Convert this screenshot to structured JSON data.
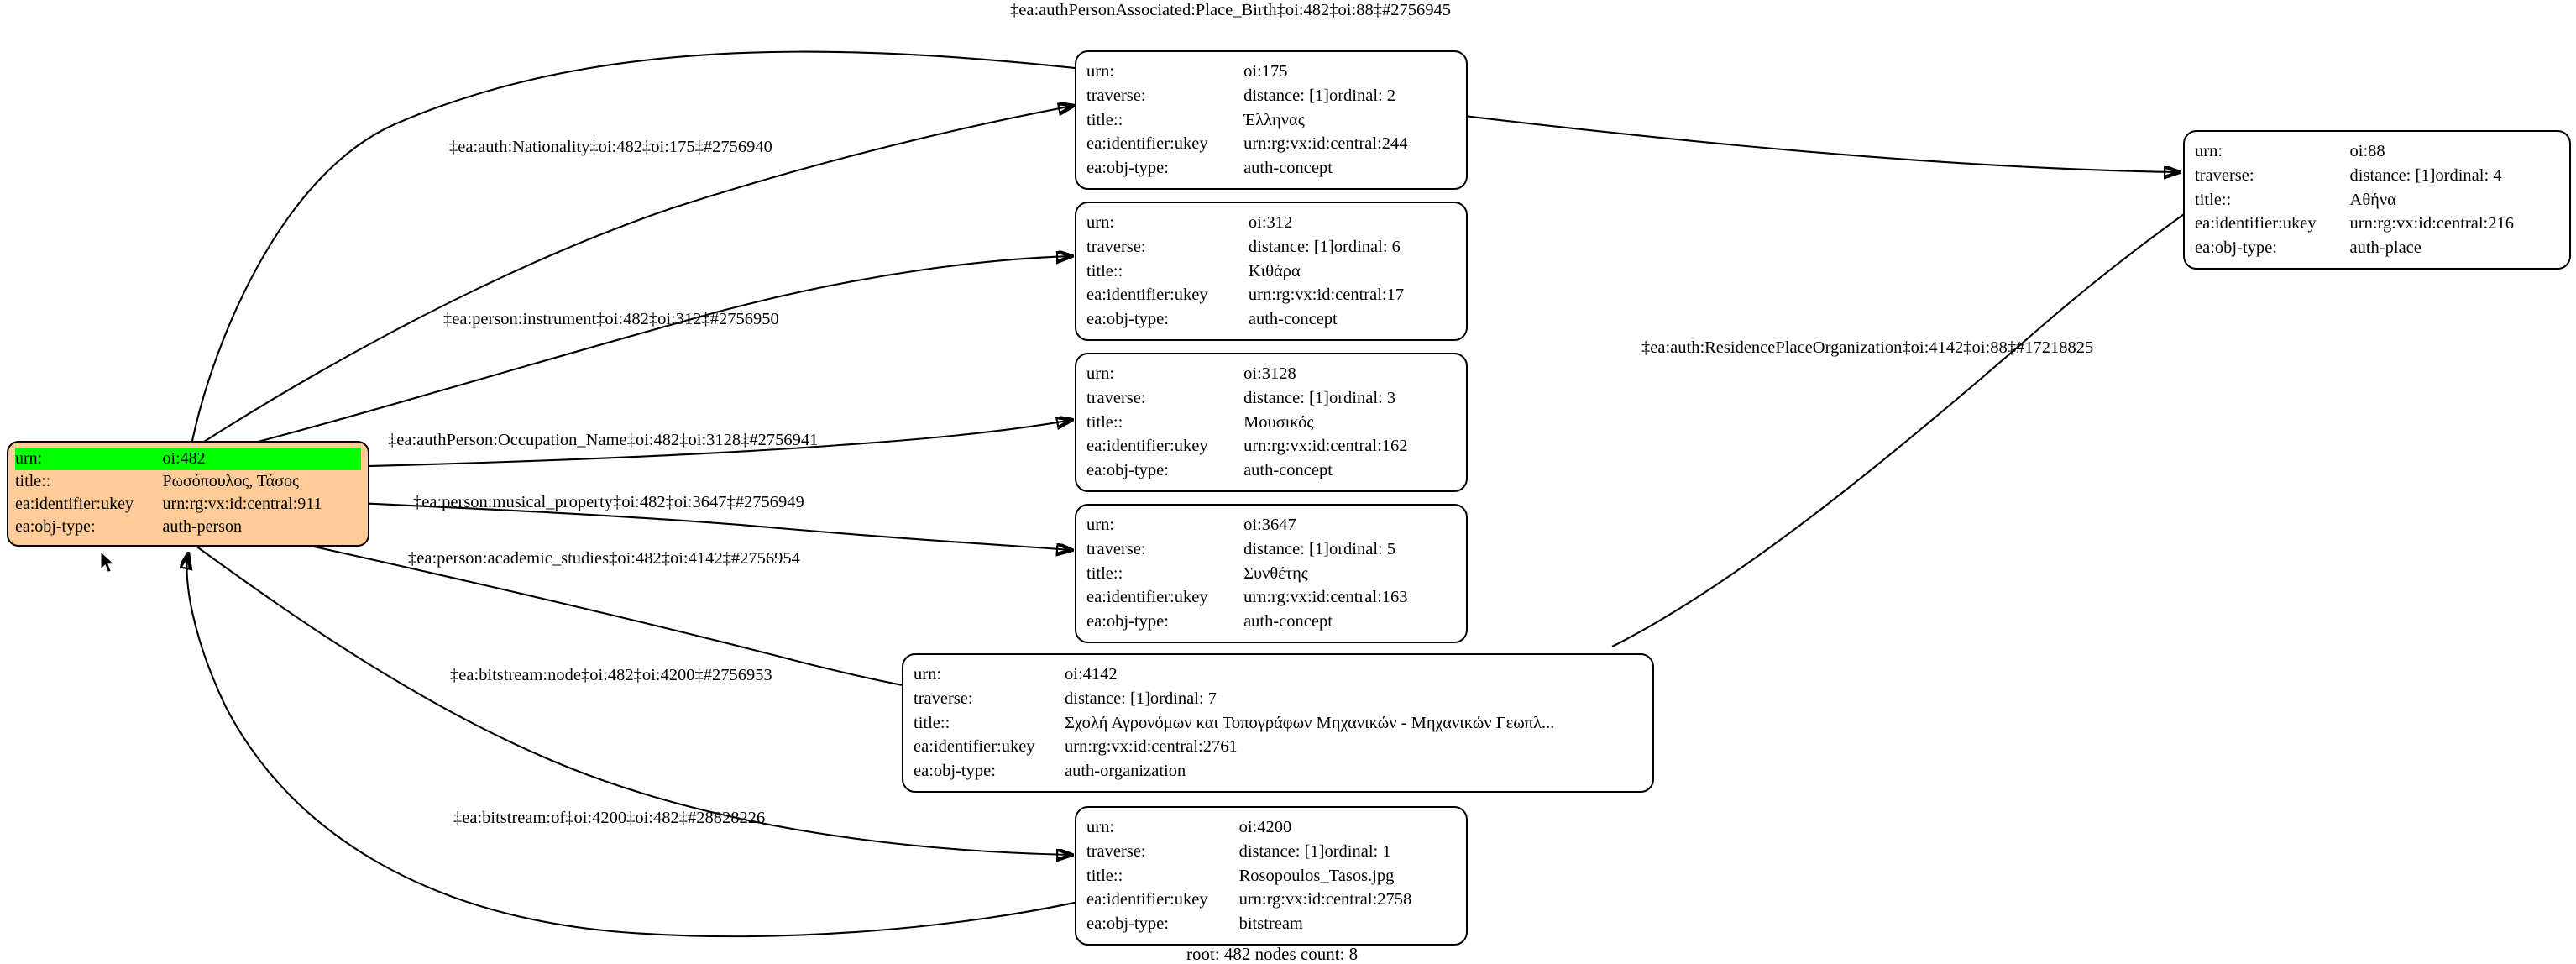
{
  "graph": {
    "caption": "root: 482 nodes count: 8",
    "colors": {
      "root_fill": "#ffcc99",
      "highlight": "#00ff00",
      "node_fill": "#ffffff",
      "stroke": "#000000"
    },
    "field_labels": {
      "urn": "urn:",
      "traverse": "traverse:",
      "title": "title::",
      "ukey": "ea:identifier:ukey",
      "objtype": "ea:obj-type:"
    },
    "nodes": [
      {
        "id": "oi-482",
        "urn": "oi:482",
        "traverse": "",
        "distance": "",
        "ordinal": "",
        "title": "Ρωσόπουλος, Τάσος",
        "ukey": "urn:rg:vx:id:central:911",
        "objtype": "auth-person"
      },
      {
        "id": "oi-175",
        "urn": "oi:175",
        "traverse": "distance: [1]",
        "distance": "distance: [1]",
        "ordinal": "ordinal: 2",
        "title": "Έλληνας",
        "ukey": "urn:rg:vx:id:central:244",
        "objtype": "auth-concept"
      },
      {
        "id": "oi-312",
        "urn": "oi:312",
        "traverse": "distance: [1]",
        "distance": "distance: [1]",
        "ordinal": "ordinal: 6",
        "title": "Κιθάρα",
        "ukey": "urn:rg:vx:id:central:17",
        "objtype": "auth-concept"
      },
      {
        "id": "oi-3128",
        "urn": "oi:3128",
        "traverse": "distance: [1]",
        "distance": "distance: [1]",
        "ordinal": "ordinal: 3",
        "title": "Μουσικός",
        "ukey": "urn:rg:vx:id:central:162",
        "objtype": "auth-concept"
      },
      {
        "id": "oi-3647",
        "urn": "oi:3647",
        "traverse": "distance: [1]",
        "distance": "distance: [1]",
        "ordinal": "ordinal: 5",
        "title": "Συνθέτης",
        "ukey": "urn:rg:vx:id:central:163",
        "objtype": "auth-concept"
      },
      {
        "id": "oi-4142",
        "urn": "oi:4142",
        "traverse": "distance: [1]",
        "distance": "distance: [1]",
        "ordinal": "ordinal: 7",
        "title": "Σχολή Αγρονόμων και Τοπογράφων Μηχανικών - Μηχανικών Γεωπλ...",
        "ukey": "urn:rg:vx:id:central:2761",
        "objtype": "auth-organization"
      },
      {
        "id": "oi-4200",
        "urn": "oi:4200",
        "traverse": "distance: [1]",
        "distance": "distance: [1]",
        "ordinal": "ordinal: 1",
        "title": "Rosopoulos_Tasos.jpg",
        "ukey": "urn:rg:vx:id:central:2758",
        "objtype": "bitstream"
      },
      {
        "id": "oi-88",
        "urn": "oi:88",
        "traverse": "distance: [1]",
        "distance": "distance: [1]",
        "ordinal": "ordinal: 4",
        "title": "Αθήνα",
        "ukey": "urn:rg:vx:id:central:216",
        "objtype": "auth-place"
      }
    ],
    "edges": [
      {
        "id": "e-birth",
        "label": "‡ea:authPersonAssociated:Place_Birth‡oi:482‡oi:88‡#2756945"
      },
      {
        "id": "e-nationality",
        "label": "‡ea:auth:Nationality‡oi:482‡oi:175‡#2756940"
      },
      {
        "id": "e-instrument",
        "label": "‡ea:person:instrument‡oi:482‡oi:312‡#2756950"
      },
      {
        "id": "e-occupation",
        "label": "‡ea:authPerson:Occupation_Name‡oi:482‡oi:3128‡#2756941"
      },
      {
        "id": "e-musicalprop",
        "label": "‡ea:person:musical_property‡oi:482‡oi:3647‡#2756949"
      },
      {
        "id": "e-academic",
        "label": "‡ea:person:academic_studies‡oi:482‡oi:4142‡#2756954"
      },
      {
        "id": "e-bitnode",
        "label": "‡ea:bitstream:node‡oi:482‡oi:4200‡#2756953"
      },
      {
        "id": "e-bitof",
        "label": "‡ea:bitstream:of‡oi:4200‡oi:482‡#28828226"
      },
      {
        "id": "e-residence",
        "label": "‡ea:auth:ResidencePlaceOrganization‡oi:4142‡oi:88‡#17218825"
      }
    ]
  }
}
